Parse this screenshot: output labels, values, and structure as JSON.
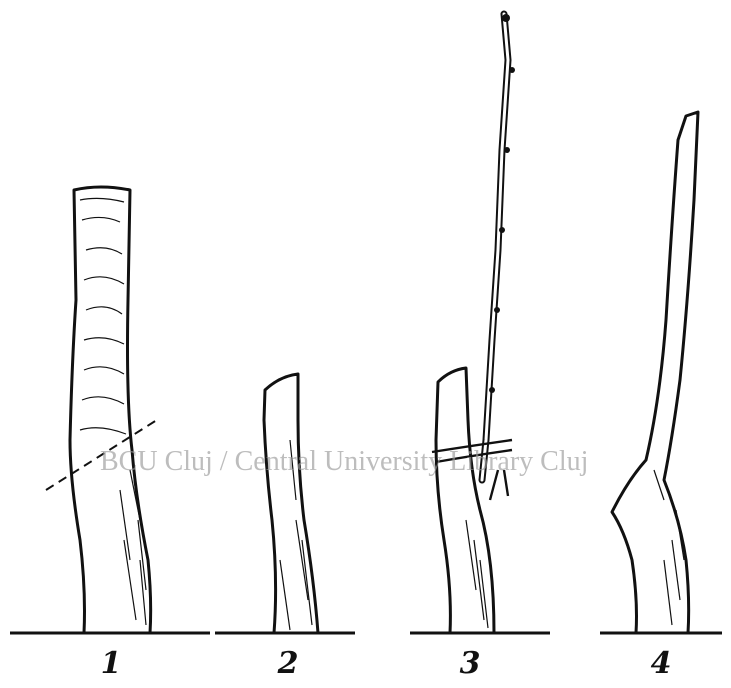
{
  "figure_numbers": [
    "1",
    "2",
    "3",
    "4"
  ],
  "watermark": "BCU Cluj / Central University Library Cluj"
}
